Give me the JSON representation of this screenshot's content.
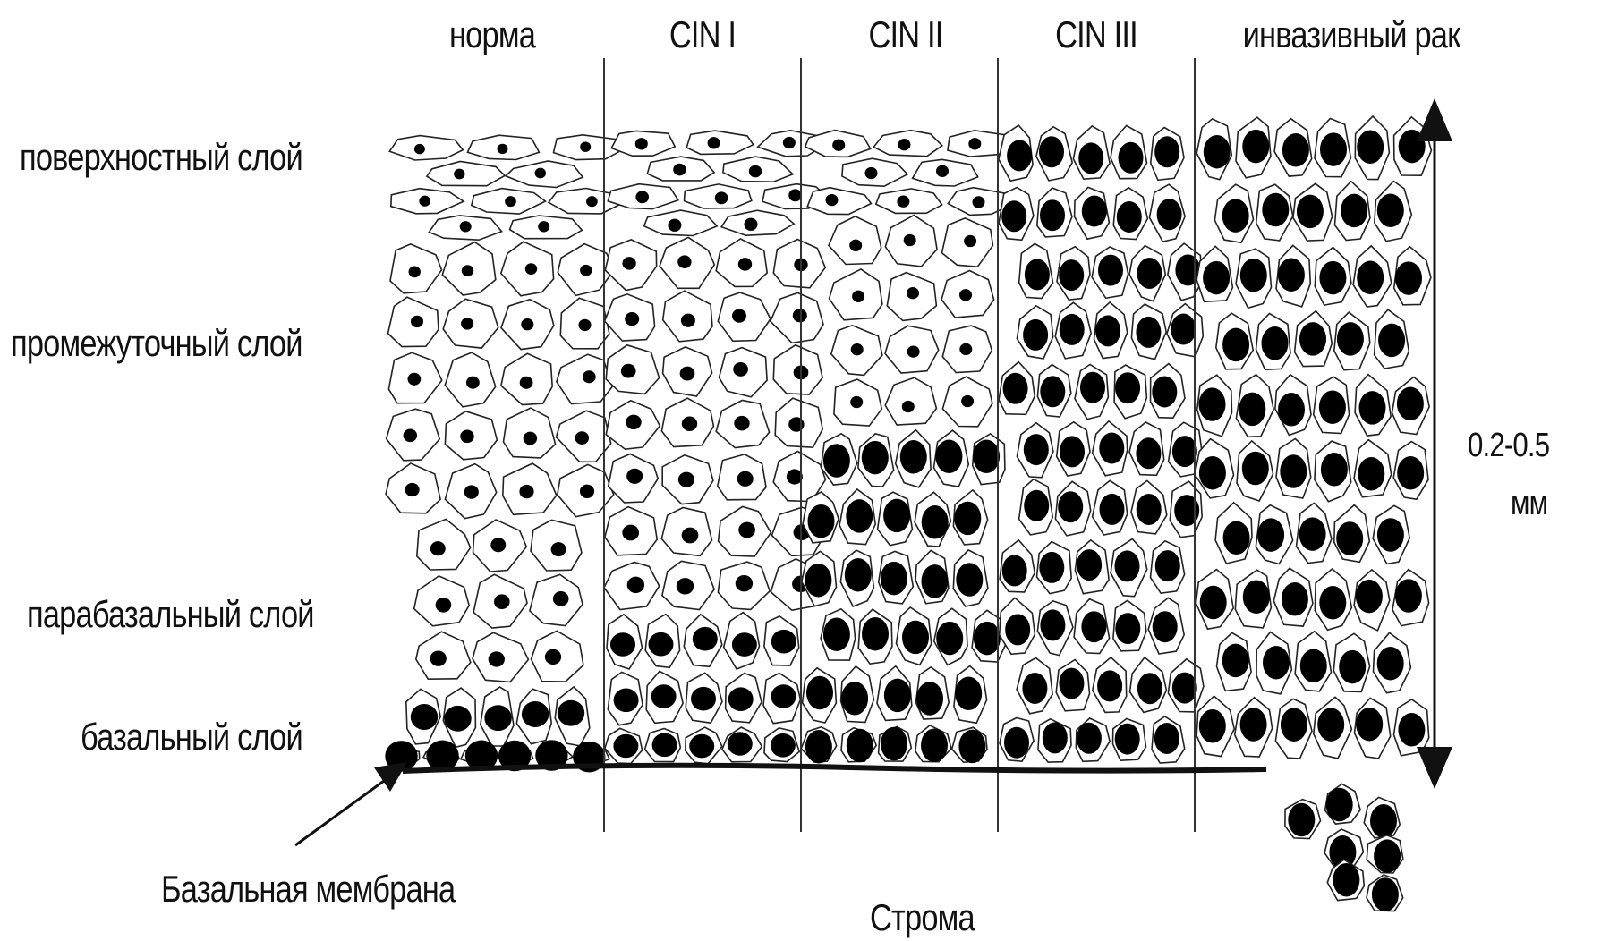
{
  "columns": [
    "норма",
    "CIN I",
    "CIN II",
    "CIN III",
    "инвазивный рак"
  ],
  "layers": {
    "surface": "поверхностный слой",
    "intermediate": "промежуточный слой",
    "parabasal": "парабазальный слой",
    "basal": "базальный слой"
  },
  "thickness": {
    "value": "0.2-0.5",
    "unit": "мм"
  },
  "basement_membrane": "Базальная мембрана",
  "stroma": "Строма"
}
